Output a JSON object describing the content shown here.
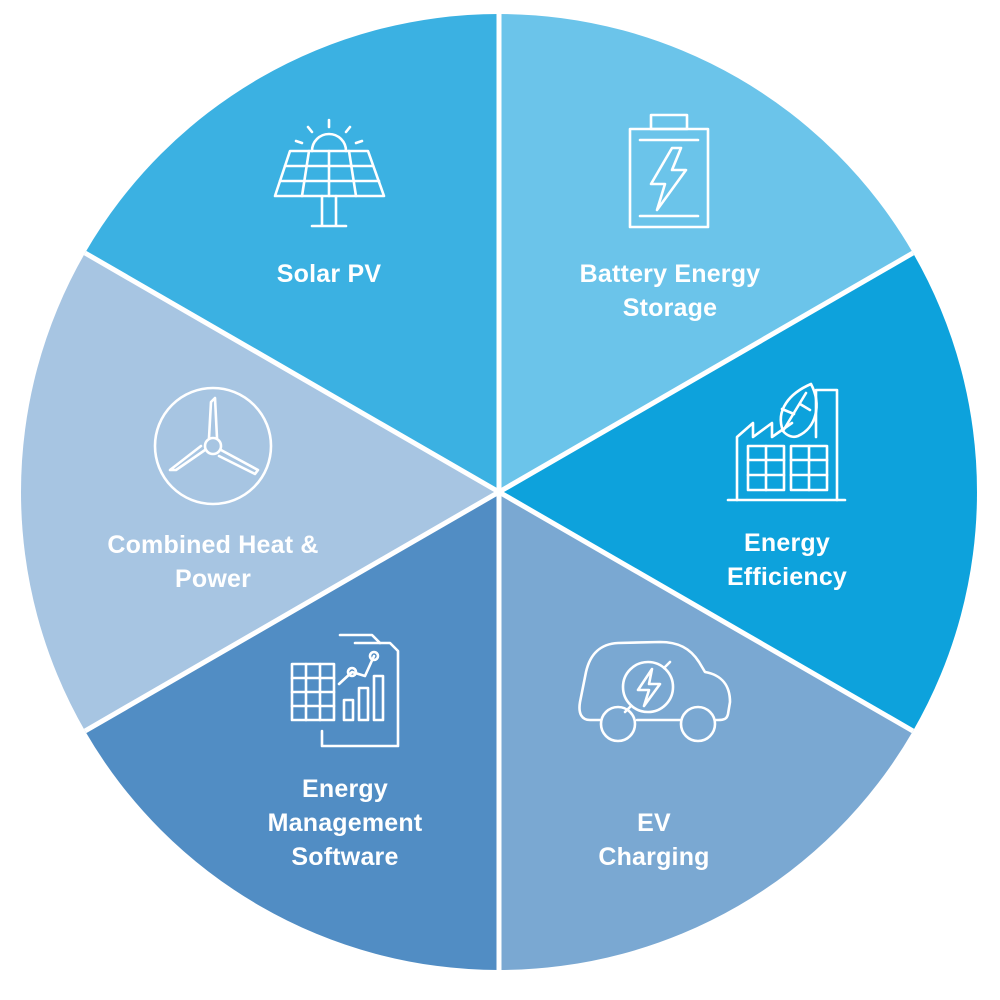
{
  "segments": [
    {
      "id": "solar-pv",
      "lines": [
        "Solar PV"
      ],
      "color": "#3bb1e2",
      "icon": "solar-panel-icon"
    },
    {
      "id": "battery-energy-storage",
      "lines": [
        "Battery Energy",
        "Storage"
      ],
      "color": "#6bc4ea",
      "icon": "battery-bolt-icon"
    },
    {
      "id": "energy-efficiency",
      "lines": [
        "Energy",
        "Efficiency"
      ],
      "color": "#0da2dc",
      "icon": "factory-leaf-icon"
    },
    {
      "id": "ev-charging",
      "lines": [
        "EV",
        "Charging"
      ],
      "color": "#7aa8d2",
      "icon": "electric-car-icon"
    },
    {
      "id": "energy-management-software",
      "lines": [
        "Energy",
        "Management",
        "Software"
      ],
      "color": "#518dc4",
      "icon": "report-chart-icon"
    },
    {
      "id": "combined-heat-power",
      "lines": [
        "Combined Heat &",
        "Power"
      ],
      "color": "#a7c5e2",
      "icon": "turbine-icon"
    }
  ]
}
